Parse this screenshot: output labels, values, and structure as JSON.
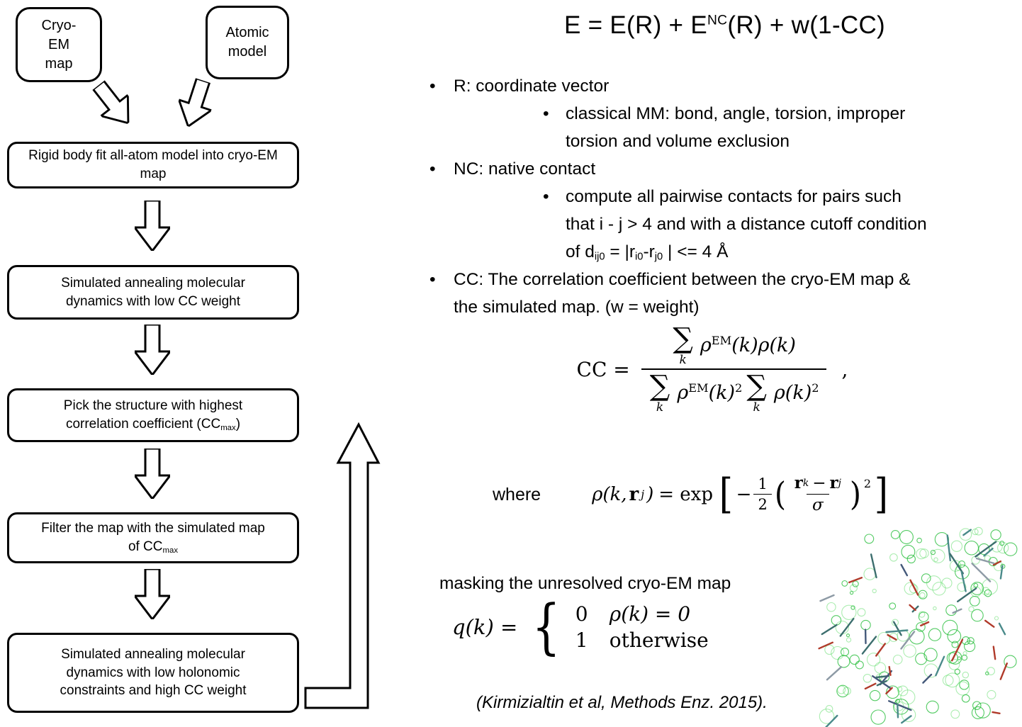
{
  "flowchart": {
    "node_cryo_em": "Cryo-\nEM map",
    "node_atomic": "Atomic\nmodel",
    "node_rigid": "Rigid body fit all-atom model into cryo-EM map",
    "node_sa_low": "Simulated annealing molecular dynamics with low CC weight",
    "node_pick_pre": "Pick the structure with highest correlation coefficient (CC",
    "node_pick_sub": "max",
    "node_pick_post": ")",
    "node_filter_pre": "Filter the map with the simulated map of CC",
    "node_filter_sub": "max",
    "node_sa_high": "Simulated annealing molecular dynamics with low holonomic constraints and high CC weight"
  },
  "energy_eq": {
    "p1": "E = E(R) + E",
    "sup": "NC",
    "p2": "(R) + w(1-CC)"
  },
  "bullets": {
    "dot": "•",
    "b1": "R: coordinate vector",
    "b1_sub": "classical MM: bond, angle, torsion, improper\ntorsion and volume exclusion",
    "b2": "NC: native contact",
    "b2_line1": "compute all pairwise contacts for pairs such",
    "b2_line2": "that i - j > 4 and with a distance cutoff condition",
    "b2_l3_p1": "of d",
    "b2_l3_s1": "ij0",
    "b2_l3_p2": " = |r",
    "b2_l3_s2": "i0",
    "b2_l3_p3": "-r",
    "b2_l3_s3": "j0",
    "b2_l3_p4": " | <= 4 Å",
    "b3": "CC: The correlation coefficient between the cryo-EM map &\nthe simulated map. (w = weight)"
  },
  "cc_eq": {
    "lhs": "CC =",
    "sum": "∑",
    "sum_sub": "k",
    "rho": "ρ",
    "em": "EM",
    "k_paren": "(k)",
    "sq": "2",
    "comma": ","
  },
  "where_label": "where",
  "rho_eq": {
    "p1": "ρ(k, ",
    "r": "r",
    "j": "j",
    "p2": ")",
    "p3": "= exp",
    "lb": "[",
    "minus": "−",
    "one": "1",
    "two": "2",
    "lp": "(",
    "k": "k",
    "sigma": "σ",
    "rp": ")",
    "sq": "2",
    "rb": "]"
  },
  "masking_label": "masking the unresolved cryo-EM map",
  "q_eq": {
    "lhs": "q(k) =",
    "brace": "{",
    "r1v": "0",
    "r1c": "ρ(k) = 0",
    "r2v": "1",
    "r2c": "otherwise"
  },
  "citation": "(Kirmizialtin et al, Methods Enz. 2015)."
}
